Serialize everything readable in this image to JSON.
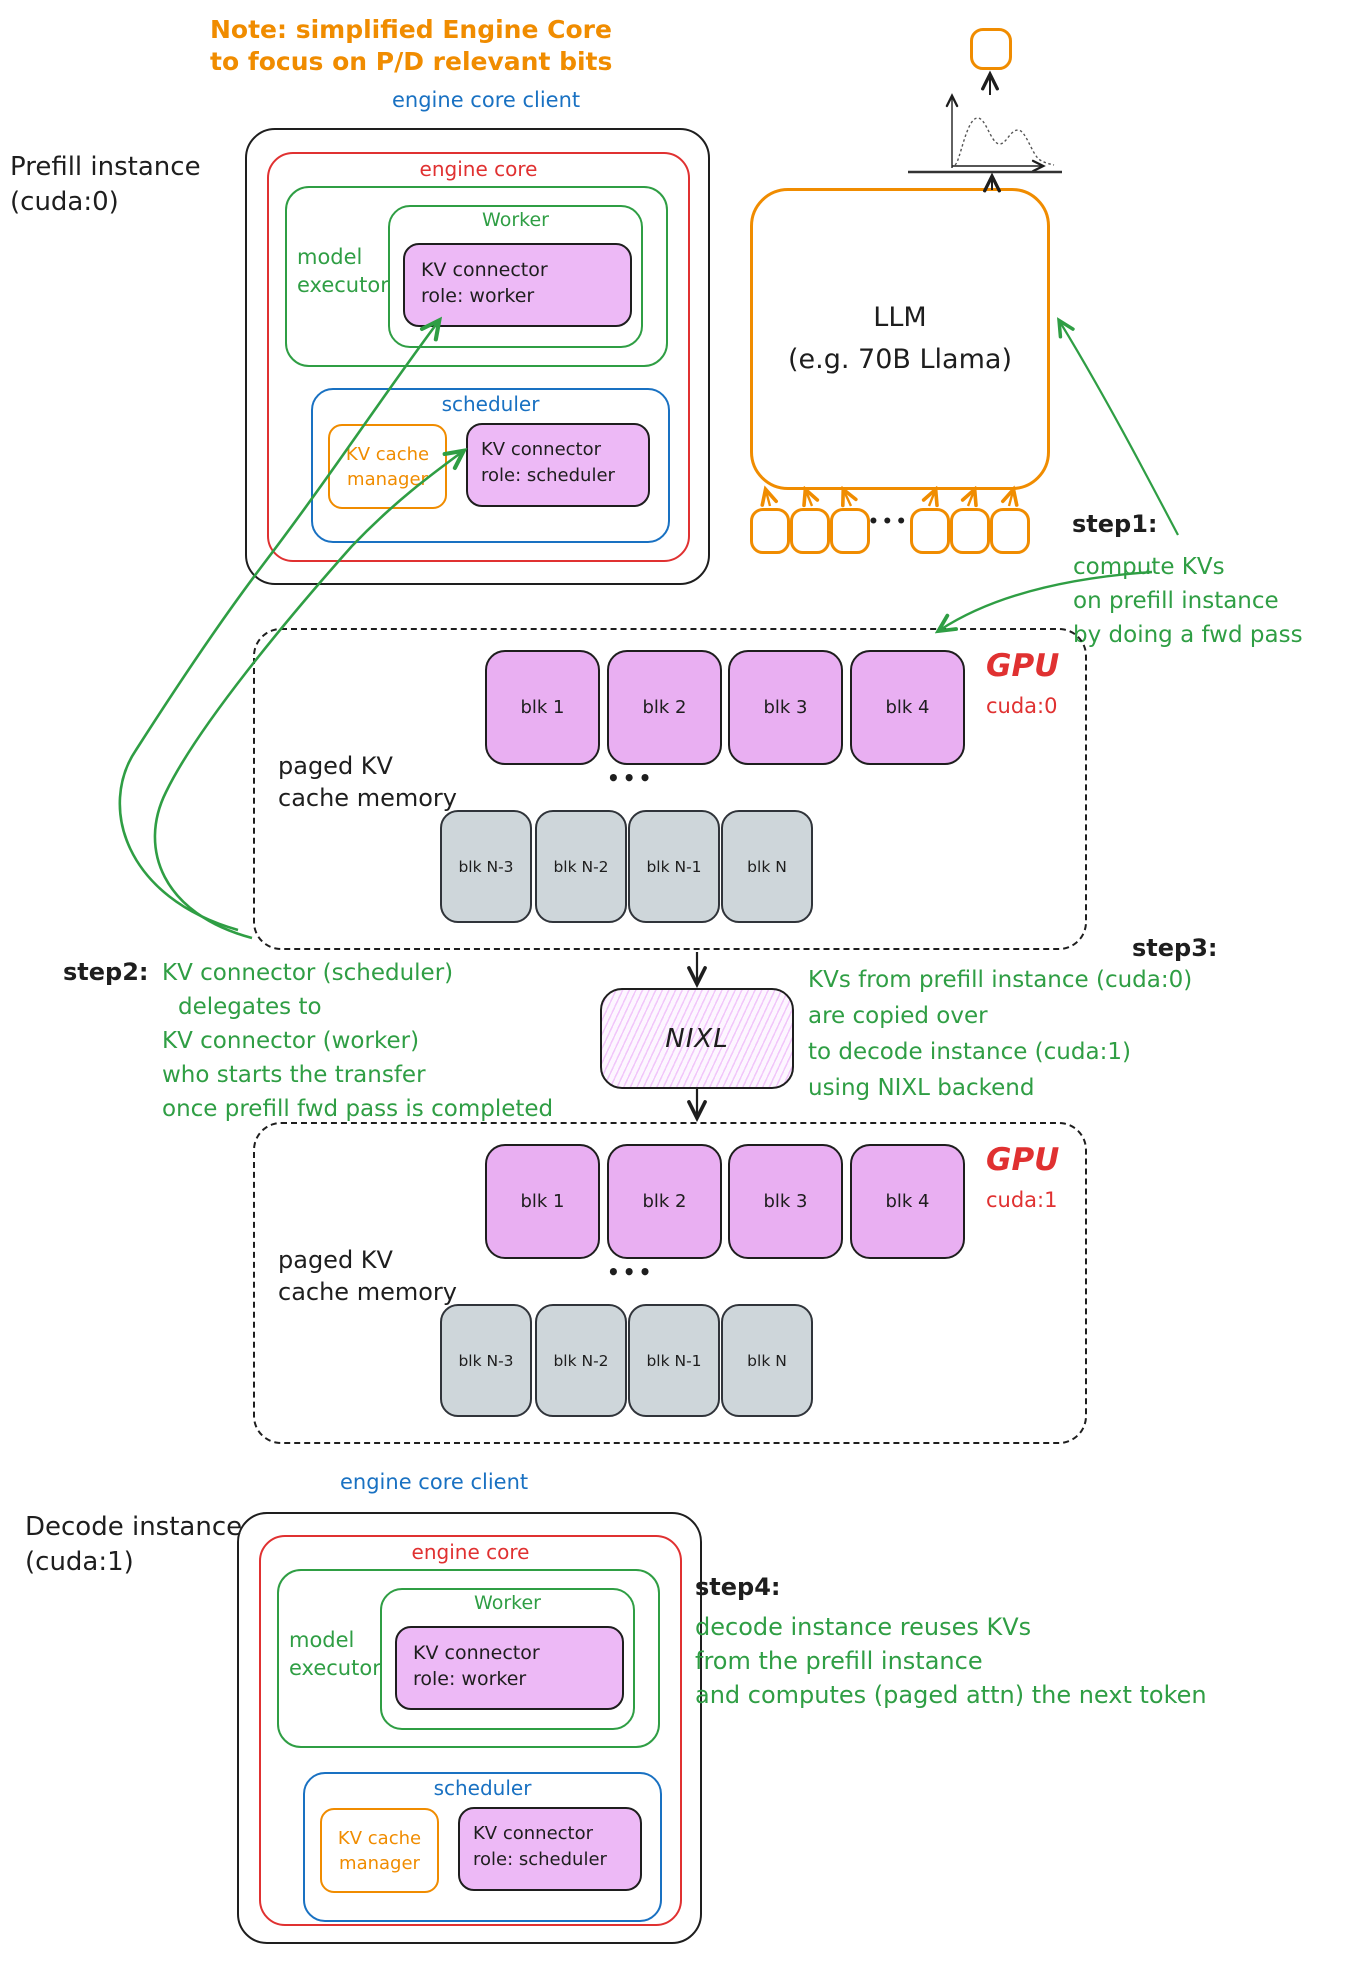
{
  "colors": {
    "black": "#1e1e1e",
    "red": "#e03131",
    "green": "#2f9e44",
    "blue": "#1971c2",
    "orange": "#f08c00",
    "purple_fill": "#edb9f6",
    "gray_fill": "#ced6da"
  },
  "note": {
    "lines": [
      "Note: simplified Engine Core",
      "to focus on P/D relevant bits"
    ]
  },
  "llm": {
    "lines": [
      "LLM",
      "(e.g. 70B Llama)"
    ]
  },
  "nixl": {
    "label": "NIXL"
  },
  "prefill": {
    "title_lines": [
      "Prefill instance",
      "(cuda:0)"
    ],
    "engine_core_client": "engine core client",
    "engine_core": "engine core",
    "model_executor_lines": [
      "model",
      "executor"
    ],
    "worker": "Worker",
    "kv_connector_worker_lines": [
      "KV connector",
      "role: worker"
    ],
    "scheduler": "scheduler",
    "kv_cache_manager_lines": [
      "KV cache",
      "manager"
    ],
    "kv_connector_scheduler_lines": [
      "KV connector",
      "role: scheduler"
    ]
  },
  "decode": {
    "title_lines": [
      "Decode instance",
      "(cuda:1)"
    ],
    "engine_core_client": "engine core client",
    "engine_core": "engine core",
    "model_executor_lines": [
      "model",
      "executor"
    ],
    "worker": "Worker",
    "kv_connector_worker_lines": [
      "KV connector",
      "role: worker"
    ],
    "scheduler": "scheduler",
    "kv_cache_manager_lines": [
      "KV cache",
      "manager"
    ],
    "kv_connector_scheduler_lines": [
      "KV connector",
      "role: scheduler"
    ]
  },
  "kv_cache_cuda0": {
    "label_lines": [
      "paged KV",
      "cache memory"
    ],
    "gpu_label": "GPU",
    "gpu_device": "cuda:0",
    "ellipsis": "•••",
    "hot_blocks": [
      "blk 1",
      "blk 2",
      "blk 3",
      "blk 4"
    ],
    "cold_blocks": [
      "blk N-3",
      "blk N-2",
      "blk N-1",
      "blk N"
    ]
  },
  "kv_cache_cuda1": {
    "label_lines": [
      "paged KV",
      "cache memory"
    ],
    "gpu_label": "GPU",
    "gpu_device": "cuda:1",
    "ellipsis": "•••",
    "hot_blocks": [
      "blk 1",
      "blk 2",
      "blk 3",
      "blk 4"
    ],
    "cold_blocks": [
      "blk N-3",
      "blk N-2",
      "blk N-1",
      "blk N"
    ]
  },
  "token_row": {
    "ellipsis": "•••"
  },
  "steps": {
    "step1": {
      "label": "step1:",
      "lines": [
        "compute KVs",
        "on prefill instance",
        "by doing a fwd pass"
      ]
    },
    "step2": {
      "label": "step2:",
      "lines": [
        "KV connector (scheduler)",
        "delegates to",
        "KV connector (worker)",
        "who starts the transfer",
        "once prefill fwd pass is completed"
      ]
    },
    "step3": {
      "label": "step3:",
      "lines": [
        "KVs from prefill instance (cuda:0)",
        "are copied over",
        "to decode instance (cuda:1)",
        "using NIXL backend"
      ]
    },
    "step4": {
      "label": "step4:",
      "lines": [
        "decode instance reuses KVs",
        "from the prefill instance",
        "and computes (paged attn) the next token"
      ]
    }
  }
}
